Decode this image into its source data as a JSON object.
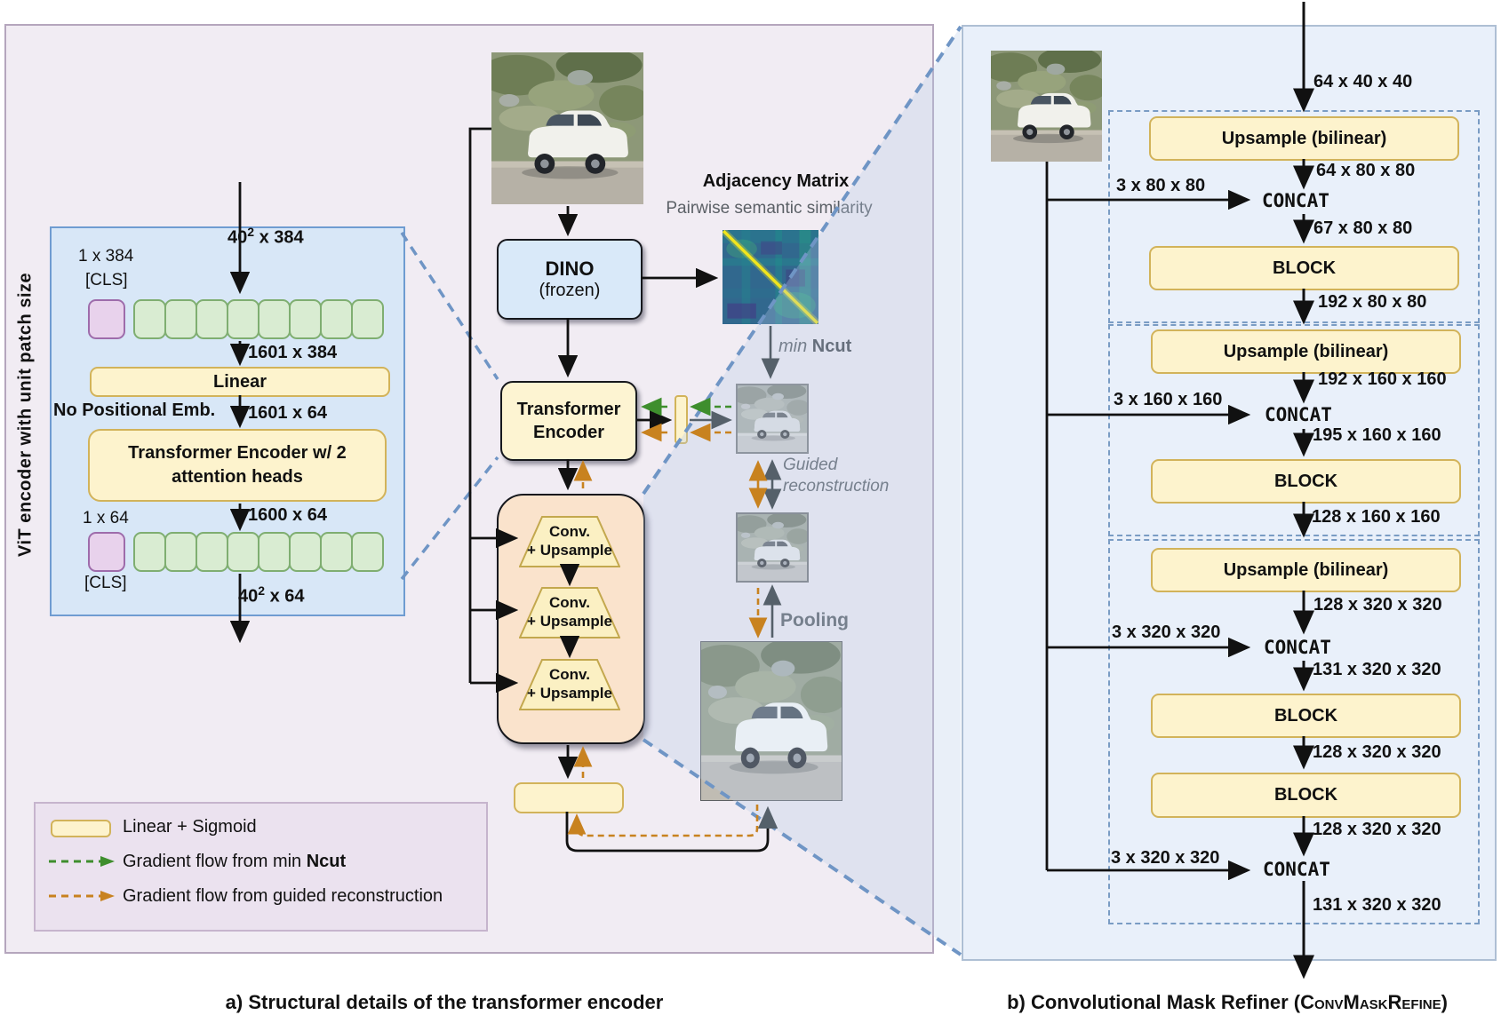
{
  "panel_a": {
    "caption": "a) Structural details of the transformer encoder",
    "side_label": "ViT encoder with unit patch size",
    "vit_box": {
      "cls_top_dim": "1 x 384",
      "cls_top_tag": "[CLS]",
      "input_dim": {
        "base": "40",
        "sup": "2",
        "rest": " x 384"
      },
      "tokens_out_dim": "1601 x 384",
      "linear_label": "Linear",
      "no_pos_emb": "No Positional Emb.",
      "linear_out_dim": "1601 x 64",
      "encoder_label": "Transformer Encoder w/ 2 attention heads",
      "encoder_out_dim": "1600 x 64",
      "cls_bottom_dim": "1 x 64",
      "cls_bottom_tag": "[CLS]",
      "output_dim": {
        "base": "40",
        "sup": "2",
        "rest": " x 64"
      }
    },
    "dino": {
      "title": "DINO",
      "subtitle": "(frozen)"
    },
    "adjacency": {
      "title": "Adjacency Matrix",
      "subtitle": "Pairwise semantic similarity"
    },
    "min_ncut": {
      "italic": "min",
      "bold": "Ncut"
    },
    "encoder": {
      "line1": "Transformer",
      "line2": "Encoder"
    },
    "conv_upsample": {
      "line1": "Conv.",
      "line2": "+ Upsample"
    },
    "guided_recon": {
      "line1": "Guided",
      "line2": "reconstruction"
    },
    "pooling_label": "Pooling",
    "legend": {
      "linear_sigmoid": "Linear + Sigmoid",
      "ncut_flow_text": "Gradient flow from min ",
      "ncut_flow_bold": "Ncut",
      "recon_flow_text": "Gradient flow from guided reconstruction"
    }
  },
  "panel_b": {
    "caption": {
      "prefix": "b) Convolutional Mask Refiner (",
      "name": "ConvMaskRefine",
      "suffix": ")"
    },
    "upsample_label": "Upsample (bilinear)",
    "block_label": "BLOCK",
    "concat_label": "CONCAT",
    "input_dim": "64 x 40 x 40",
    "skip1": "3 x 80 x 80",
    "skip2": "3 x 160 x 160",
    "skip3": "3 x 320 x 320",
    "skip4": "3 x 320 x 320",
    "after_up1": "64 x 80 x 80",
    "after_cat1": "67 x 80 x 80",
    "after_block1": "192 x 80 x 80",
    "after_up2": "192 x 160 x 160",
    "after_cat2": "195 x 160 x 160",
    "after_block2": "128 x 160 x 160",
    "after_up3": "128 x 320 x 320",
    "after_cat3": "131 x 320 x 320",
    "after_block3": "128 x 320 x 320",
    "after_block4": "128 x 320 x 320",
    "after_cat4": "131 x 320 x 320"
  },
  "colors": {
    "panel_a_bg": "#f1ecf3",
    "panel_b_bg": "#e9f0fa",
    "yellow_fill": "#fdf3cd",
    "yellow_border": "#d2b35a",
    "vit_blue_fill": "#d8e7f7",
    "dino_blue_fill": "#d9e9f9",
    "orange_container_fill": "#fae3cc",
    "token_green": "#d9ecd2",
    "token_purple": "#e8d2ec",
    "gradient_green": "#3e8e2d",
    "gradient_orange": "#c8821f",
    "connector_blue": "#6f95c5",
    "gray_arrow": "#55606a"
  }
}
